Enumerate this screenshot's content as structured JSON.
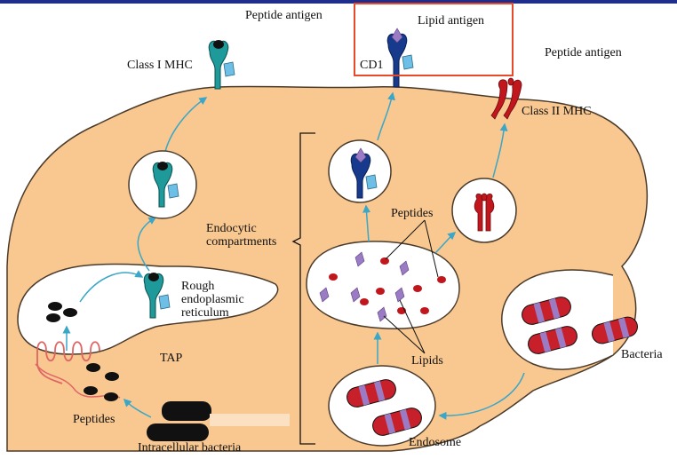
{
  "labels": {
    "peptide_antigen_left": "Peptide antigen",
    "class_i_mhc": "Class I MHC",
    "lipid_antigen": "Lipid antigen",
    "cd1": "CD1",
    "peptide_antigen_right": "Peptide antigen",
    "class_ii_mhc": "Class II MHC",
    "endocytic_compartments": "Endocytic compartments",
    "rough_er": "Rough endoplasmic reticulum",
    "tap": "TAP",
    "peptides_left": "Peptides",
    "intracellular_bacteria": "Intracellular bacteria",
    "peptides_center": "Peptides",
    "lipids": "Lipids",
    "endosome": "Endosome",
    "bacteria": "Bacteria"
  },
  "colors": {
    "cell": "#f9c890",
    "cell_stroke": "#4a3a2a",
    "class_i": "#1e9a9a",
    "cd1": "#173a8c",
    "class_ii": "#c0161c",
    "light_blue": "#6ebfe6",
    "lipid": "#9b7bc4",
    "bacteria": "#c8202a",
    "arrow": "#3aa6c8",
    "highlight": "#e64a28"
  }
}
